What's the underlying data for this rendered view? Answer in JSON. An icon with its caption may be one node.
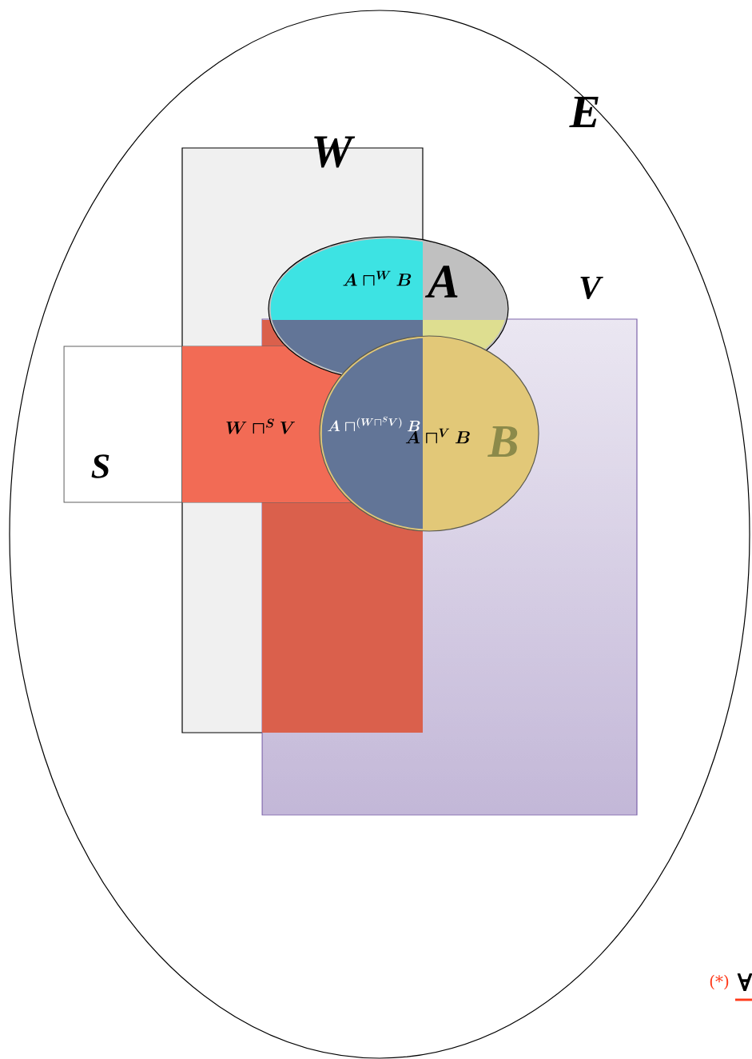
{
  "diagram": {
    "nodes": [
      {
        "text": [
          "E"
        ]
      },
      {
        "text": [
          "W"
        ],
        "in": 0
      },
      {
        "text": [
          "A"
        ],
        "in": 0
      },
      {
        "text": [
          "V"
        ],
        "in": 0
      },
      {
        "text": [
          "S"
        ],
        "in": 0
      },
      {
        "text": [
          "B"
        ],
        "in": 3
      }
    ],
    "labels": [
      "A \\sqcap^{W} B",
      "W\\sqcap^{S} V",
      "A \\sqcap^{(W\\sqcap^{S}V)} B",
      "A \\sqcap^{V} B",
      "(*)",
      "∀"
    ]
  }
}
